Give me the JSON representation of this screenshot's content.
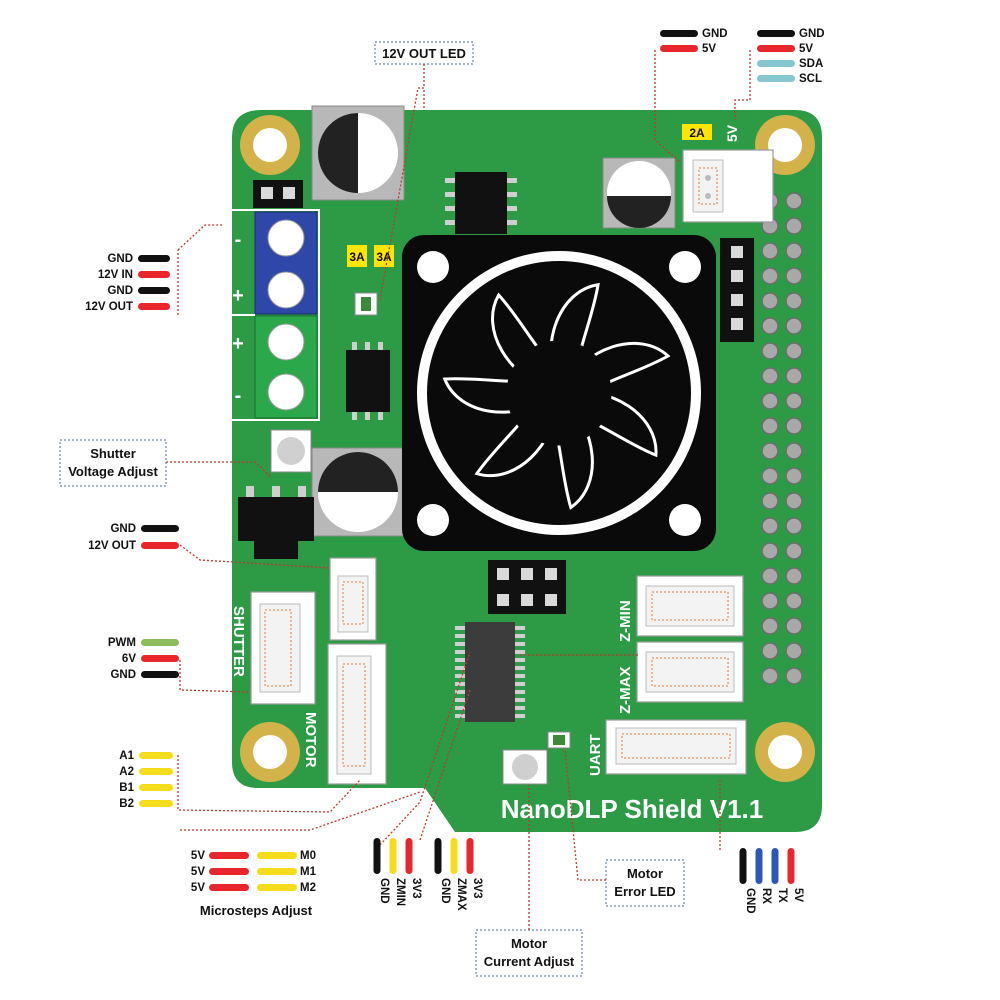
{
  "colors": {
    "pcb": "#2d9b46",
    "wire_black": "#111111",
    "wire_red": "#e8262b",
    "wire_yellow": "#f5dd1b",
    "wire_green": "#8cbc5e",
    "wire_cyan": "#86c7d2",
    "wire_blue": "#2c56b8",
    "fan": "#0a0a0a",
    "terminal_blue": "#2f47a8",
    "terminal_green": "#2aa84a",
    "hole_gold": "#d4b24a"
  },
  "board": {
    "title": "NanoDLP Shield V1.1",
    "silk_shutter": "SHUTTER",
    "silk_motor": "MOTOR",
    "silk_zmin": "Z-MIN",
    "silk_zmax": "Z-MAX",
    "silk_uart": "UART",
    "silk_5v": "5V",
    "tag_2a": "2A",
    "tag_3a_1": "3A",
    "tag_3a_2": "3A",
    "term_minus_1": "-",
    "term_plus_1": "+",
    "term_plus_2": "+",
    "term_minus_2": "-"
  },
  "callouts": {
    "led_12v": "12V OUT LED",
    "shutter_adj_1": "Shutter",
    "shutter_adj_2": "Voltage Adjust",
    "microsteps": "Microsteps Adjust",
    "motor_current_1": "Motor",
    "motor_current_2": "Current Adjust",
    "motor_error_1": "Motor",
    "motor_error_2": "Error LED"
  },
  "wires": {
    "fan_top": [
      {
        "label": "GND",
        "color": "black"
      },
      {
        "label": "5V",
        "color": "red"
      }
    ],
    "i2c": [
      {
        "label": "GND",
        "color": "black"
      },
      {
        "label": "5V",
        "color": "red"
      },
      {
        "label": "SDA",
        "color": "cyan"
      },
      {
        "label": "SCL",
        "color": "cyan"
      }
    ],
    "power_in": [
      {
        "label": "GND",
        "color": "black"
      },
      {
        "label": "12V IN",
        "color": "red"
      },
      {
        "label": "GND",
        "color": "black"
      },
      {
        "label": "12V OUT",
        "color": "red"
      }
    ],
    "shutter_12v": [
      {
        "label": "GND",
        "color": "black"
      },
      {
        "label": "12V OUT",
        "color": "red"
      }
    ],
    "shutter_pwm": [
      {
        "label": "PWM",
        "color": "green"
      },
      {
        "label": "6V",
        "color": "red"
      },
      {
        "label": "GND",
        "color": "black"
      }
    ],
    "motor": [
      {
        "label": "A1",
        "color": "yellow"
      },
      {
        "label": "A2",
        "color": "yellow"
      },
      {
        "label": "B1",
        "color": "yellow"
      },
      {
        "label": "B2",
        "color": "yellow"
      }
    ],
    "microsteps": [
      {
        "left": "5V",
        "right": "M0"
      },
      {
        "left": "5V",
        "right": "M1"
      },
      {
        "left": "5V",
        "right": "M2"
      }
    ],
    "zmin": [
      {
        "label": "GND",
        "color": "black"
      },
      {
        "label": "ZMIN",
        "color": "yellow"
      },
      {
        "label": "3V3",
        "color": "red"
      }
    ],
    "zmax": [
      {
        "label": "GND",
        "color": "black"
      },
      {
        "label": "ZMAX",
        "color": "yellow"
      },
      {
        "label": "3V3",
        "color": "red"
      }
    ],
    "uart": [
      {
        "label": "GND",
        "color": "black"
      },
      {
        "label": "RX",
        "color": "blue"
      },
      {
        "label": "TX",
        "color": "blue"
      },
      {
        "label": "5V",
        "color": "red"
      }
    ]
  }
}
